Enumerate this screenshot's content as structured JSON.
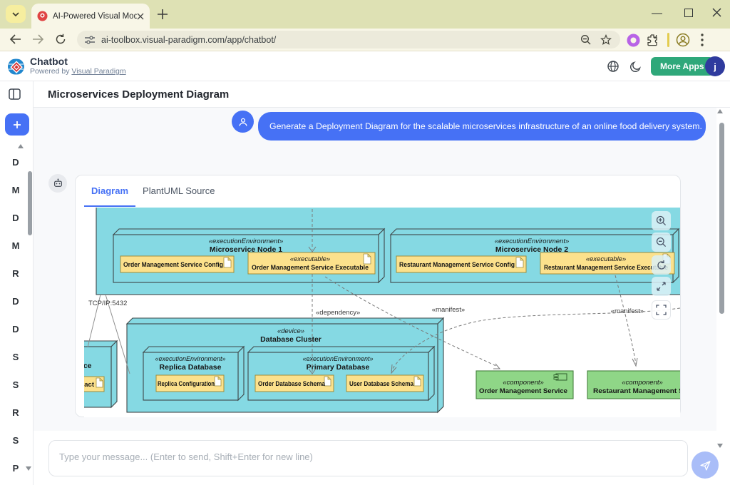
{
  "browser": {
    "tab_title": "AI-Powered Visual Modeling Ch",
    "url": "ai-toolbox.visual-paradigm.com/app/chatbot/"
  },
  "header": {
    "app_name": "Chatbot",
    "powered_prefix": "Powered by",
    "powered_link": "Visual Paradigm",
    "more_apps": "More Apps",
    "avatar_initial": "j"
  },
  "sidebar": {
    "items": [
      "D",
      "M",
      "D",
      "M",
      "R",
      "D",
      "D",
      "S",
      "S",
      "R",
      "S",
      "P"
    ]
  },
  "page": {
    "title": "Microservices Deployment Diagram"
  },
  "chat": {
    "user_message": "Generate a Deployment Diagram for the scalable microservices infrastructure of an online food delivery system."
  },
  "card": {
    "tabs": [
      {
        "label": "Diagram",
        "active": true
      },
      {
        "label": "PlantUML Source",
        "active": false
      }
    ]
  },
  "diagram": {
    "node1": {
      "stereotype": "«executionEnvironment»",
      "name": "Microservice Node 1"
    },
    "node1_config": "Order Management Service Config",
    "node1_exec_stereotype": "«executable»",
    "node1_exec_name": "Order Management Service Executable",
    "node2": {
      "stereotype": "«executionEnvironment»",
      "name": "Microservice Node 2"
    },
    "node2_config": "Restaurant Management Service Config",
    "node2_exec_stereotype": "«executable»",
    "node2_exec_name": "Restaurant Management Service Executable",
    "cluster": {
      "stereotype": "«device»",
      "name": "Database Cluster"
    },
    "replica": {
      "stereotype": "«executionEnvironment»",
      "name": "Replica Database"
    },
    "replica_config": "Replica Configuration",
    "primary": {
      "stereotype": "«executionEnvironment»",
      "name": "Primary Database"
    },
    "order_schema": "Order Database Schema",
    "user_schema": "User Database Schema",
    "comp1_stereotype": "«component»",
    "comp1_name": "Order Management Service",
    "comp2_stereotype": "«component»",
    "comp2_name": "Restaurant Management Serv",
    "partial_node_name": "rvice",
    "partial_artifact": "ntract",
    "label_tcp": "TCP/IP:5432",
    "label_dependency": "«dependency»",
    "label_manifest_left": "«manifest»",
    "label_manifest_right": "«manifest»"
  },
  "composer": {
    "placeholder": "Type your message... (Enter to send, Shift+Enter for new line)"
  },
  "colors": {
    "accent_blue": "#4671f5",
    "more_apps_green": "#2fa87a",
    "node_cyan": "#85d9e3",
    "artifact_yellow": "#fce18c",
    "component_green": "#8fd687",
    "tabstrip_olive": "#dee1b4",
    "toolbar_cream": "#f8f6e7"
  }
}
